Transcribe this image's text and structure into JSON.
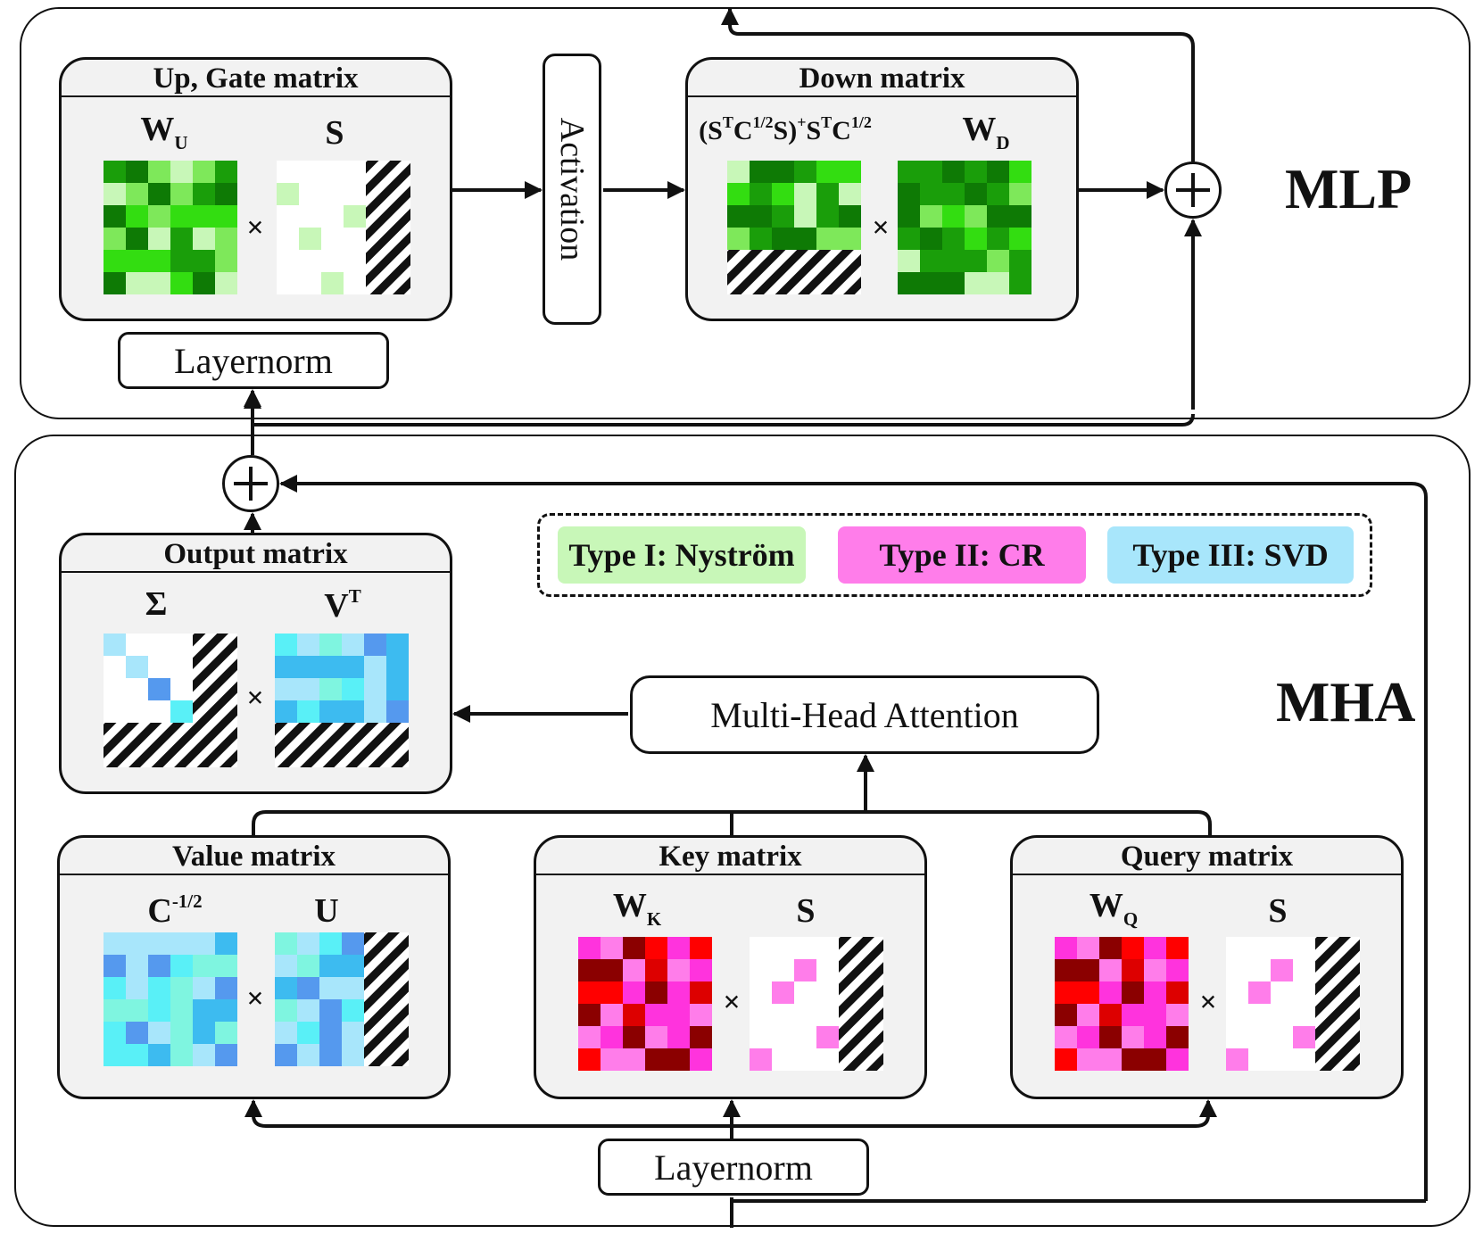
{
  "sections": {
    "mlp": {
      "title": "MLP"
    },
    "mha": {
      "title": "MHA"
    }
  },
  "legend": {
    "type1": {
      "label": "Type I: Nyström",
      "color": "#c8f7b8"
    },
    "type2": {
      "label": "Type II: CR",
      "color": "#ff7dea"
    },
    "type3": {
      "label": "Type III: SVD",
      "color": "#a8e6fb"
    }
  },
  "panels": {
    "up_gate": {
      "title": "Up, Gate matrix",
      "left_label": "W",
      "left_sub": "U",
      "right_label": "S"
    },
    "down": {
      "title": "Down matrix",
      "left_formula": "(SᵀC½S)⁺SᵀC½",
      "left_text_a": "(S",
      "left_sup_a": "T",
      "left_text_b": "C",
      "left_sup_b": "1/2",
      "left_text_c": "S)",
      "left_sup_c": "+",
      "left_text_d": "S",
      "left_sup_d": "T",
      "left_text_e": "C",
      "left_sup_e": "1/2",
      "right_label": "W",
      "right_sub": "D"
    },
    "output": {
      "title": "Output matrix",
      "left_label": "Σ",
      "right_label": "V",
      "right_sup": "T"
    },
    "value": {
      "title": "Value matrix",
      "left_label": "C",
      "left_sup": "-1/2",
      "right_label": "U"
    },
    "key": {
      "title": "Key matrix",
      "left_label": "W",
      "left_sub": "K",
      "right_label": "S"
    },
    "query": {
      "title": "Query matrix",
      "left_label": "W",
      "left_sub": "Q",
      "right_label": "S"
    }
  },
  "blocks": {
    "activation": "Activation",
    "layernorm_top": "Layernorm",
    "layernorm_bottom": "Layernorm",
    "mha_box": "Multi-Head Attention"
  },
  "operators": {
    "times": "×"
  },
  "colors": {
    "green_palette": [
      "#c8f7b8",
      "#7ee85a",
      "#33dd11",
      "#1a9e0a",
      "#0e7a05"
    ],
    "red_palette": [
      "#ff7dea",
      "#ff33dd",
      "#ff0000",
      "#dd0000",
      "#8b0000"
    ],
    "blue_palette": [
      "#a8e6fb",
      "#59f0f7",
      "#3dbbf0",
      "#7ff5e0",
      "#5599ee"
    ]
  }
}
